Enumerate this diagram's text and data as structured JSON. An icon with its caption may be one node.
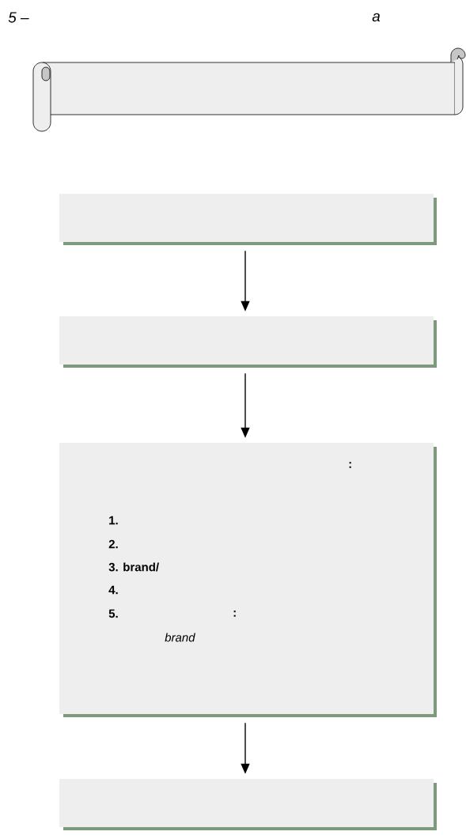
{
  "diagram": {
    "nodes": [
      {
        "text": [],
        "shape": "banner"
      },
      {
        "text": [],
        "shape": "box"
      },
      {
        "text": [],
        "shape": "box"
      },
      {
        "text": [
          ":",
          "1.",
          "2.",
          "3. brand/",
          "4.",
          "5.",
          ":",
          "brand"
        ]
      },
      {
        "text": [],
        "shape": "box"
      }
    ],
    "edges": [
      {
        "from": 1,
        "to": 2,
        "arrow": "to"
      },
      {
        "from": 2,
        "to": 3,
        "arrow": "to"
      },
      {
        "from": 3,
        "to": 4,
        "arrow": "to"
      }
    ],
    "labels": [
      "5 –",
      "a"
    ]
  }
}
